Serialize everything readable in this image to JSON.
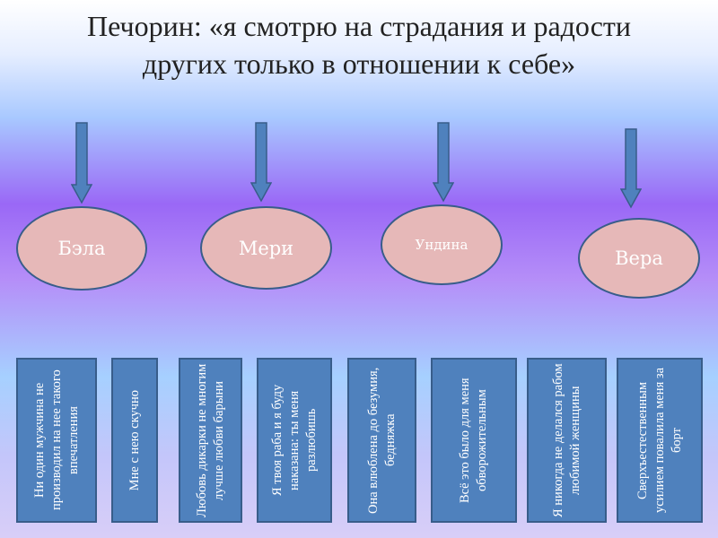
{
  "title": "Печорин: «я смотрю на страдания и радости других только в отношении к себе»",
  "colors": {
    "ellipse_fill": "#e6b8b8",
    "box_fill": "#4f81bd",
    "stroke": "#385d8a"
  },
  "characters": [
    "Бэла",
    "Мери",
    "Ундина",
    "Вера"
  ],
  "quotes": [
    "Ни один мужчина не производил на нее такого впечатления",
    "Мне с нею скучно",
    "Любовь дикарки не многим лучше любви барыни",
    "Я твоя раба и я буду наказана: ты меня разлюбишь",
    "Она влюблена до безумия, бедняжка",
    "Всё это было для меня обворожительным",
    "Я никогда не делался рабом любимой женщины",
    "Сверхъестественным усилием повалила меня за борт"
  ]
}
